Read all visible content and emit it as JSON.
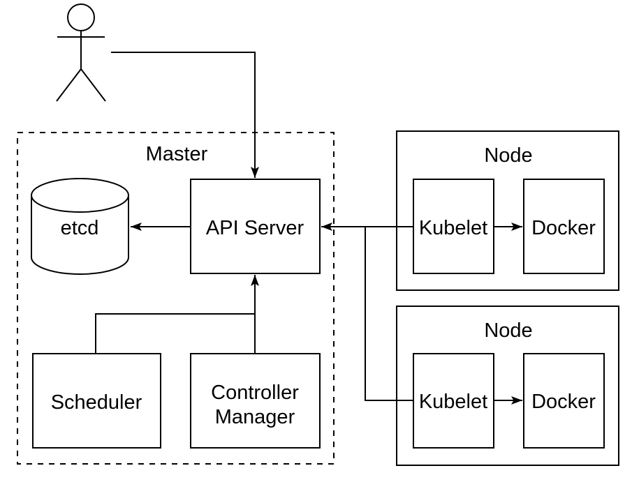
{
  "diagram": {
    "type": "architecture-diagram",
    "subject": "Kubernetes cluster components",
    "colors": {
      "stroke": "#000000",
      "background": "#ffffff",
      "text": "#000000"
    },
    "actor": {
      "icon": "stick-figure-person"
    },
    "master": {
      "label": "Master",
      "etcd_label": "etcd",
      "api_server_label": "API Server",
      "scheduler_label": "Scheduler",
      "controller_manager_lines": [
        "Controller",
        "Manager"
      ]
    },
    "nodes": [
      {
        "label": "Node",
        "kubelet_label": "Kubelet",
        "docker_label": "Docker"
      },
      {
        "label": "Node",
        "kubelet_label": "Kubelet",
        "docker_label": "Docker"
      }
    ],
    "edges": [
      {
        "from": "user",
        "to": "api-server",
        "arrow": "into-api-server-top"
      },
      {
        "from": "api-server",
        "to": "etcd",
        "arrow": "into-etcd-right"
      },
      {
        "from": "scheduler",
        "to": "api-server",
        "arrow": "into-api-server-bottom"
      },
      {
        "from": "controller-manager",
        "to": "api-server",
        "arrow": "into-api-server-bottom"
      },
      {
        "from": "kubelet-1",
        "to": "api-server",
        "arrow": "into-api-server-right"
      },
      {
        "from": "kubelet-2",
        "to": "api-server",
        "arrow": "joins-kubelet1-line"
      },
      {
        "from": "kubelet-1",
        "to": "docker-1",
        "arrow": "into-docker-left"
      },
      {
        "from": "kubelet-2",
        "to": "docker-2",
        "arrow": "into-docker-left"
      }
    ]
  }
}
